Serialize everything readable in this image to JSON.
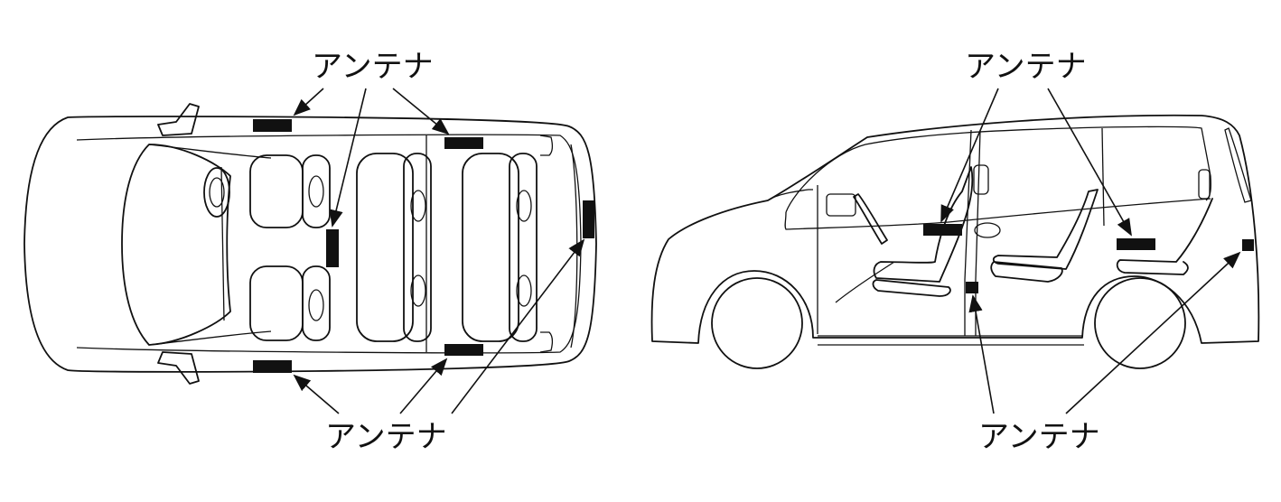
{
  "labels": {
    "top_view_upper": "アンテナ",
    "top_view_lower": "アンテナ",
    "side_view_upper": "アンテナ",
    "side_view_lower": "アンテナ"
  },
  "colors": {
    "ink": "#111111",
    "background": "#ffffff"
  }
}
